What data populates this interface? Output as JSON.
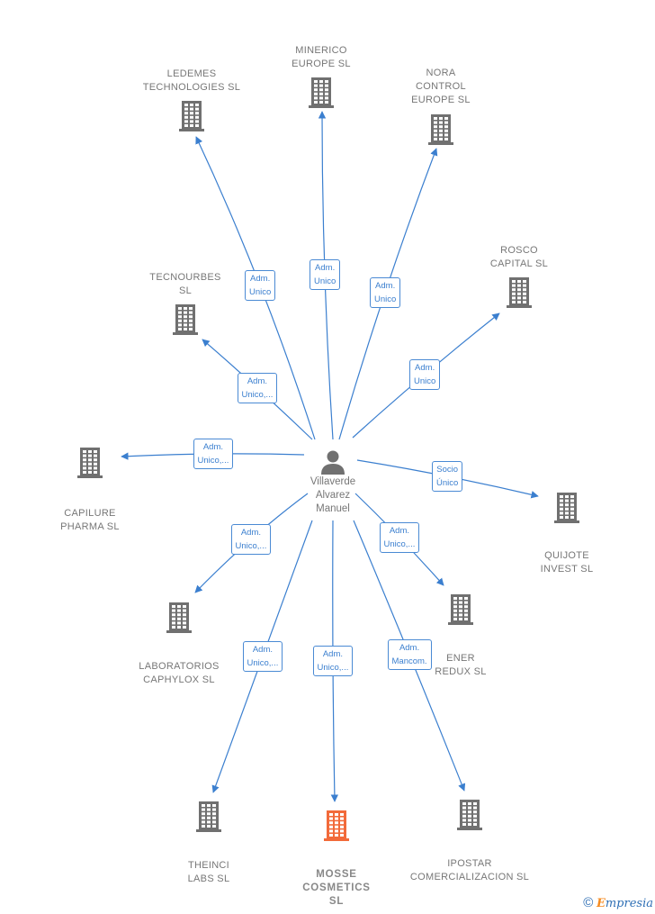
{
  "center": {
    "name": "Villaverde\nAlvarez\nManuel",
    "icon": "person-icon"
  },
  "colors": {
    "edge": "#3b7fcf",
    "building": "#707070",
    "focus_building": "#f26a3a"
  },
  "companies": [
    {
      "id": "ledemes",
      "name": "LEDEMES\nTECHNOLOGIES SL",
      "role": "Adm.\nUnico"
    },
    {
      "id": "minerico",
      "name": "MINERICO\nEUROPE SL",
      "role": "Adm.\nUnico"
    },
    {
      "id": "nora",
      "name": "NORA\nCONTROL\nEUROPE SL",
      "role": "Adm.\nUnico"
    },
    {
      "id": "rosco",
      "name": "ROSCO\nCAPITAL SL",
      "role": "Adm.\nUnico"
    },
    {
      "id": "tecnourbes",
      "name": "TECNOURBES\nSL",
      "role": "Adm.\nUnico,..."
    },
    {
      "id": "capilure",
      "name": "CAPILURE\nPHARMA SL",
      "role": "Adm.\nUnico,..."
    },
    {
      "id": "quijote",
      "name": "QUIJOTE\nINVEST SL",
      "role": "Socio\nÚnico"
    },
    {
      "id": "laboratorios",
      "name": "LABORATORIOS\nCAPHYLOX SL",
      "role": "Adm.\nUnico,..."
    },
    {
      "id": "ener",
      "name": "ENER\nREDUX SL",
      "role": "Adm.\nUnico,..."
    },
    {
      "id": "theinci",
      "name": "THEINCI\nLABS SL",
      "role": "Adm.\nUnico,..."
    },
    {
      "id": "mosse",
      "name": "MOSSE\nCOSMETICS\nSL",
      "role": "Adm.\nUnico,...",
      "focus": true
    },
    {
      "id": "ipostar",
      "name": "IPOSTAR\nCOMERCIALIZACION SL",
      "role": "Adm.\nMancom."
    }
  ],
  "footer": {
    "copyright": "©",
    "brand_initial": "E",
    "brand_rest": "mpresia"
  }
}
